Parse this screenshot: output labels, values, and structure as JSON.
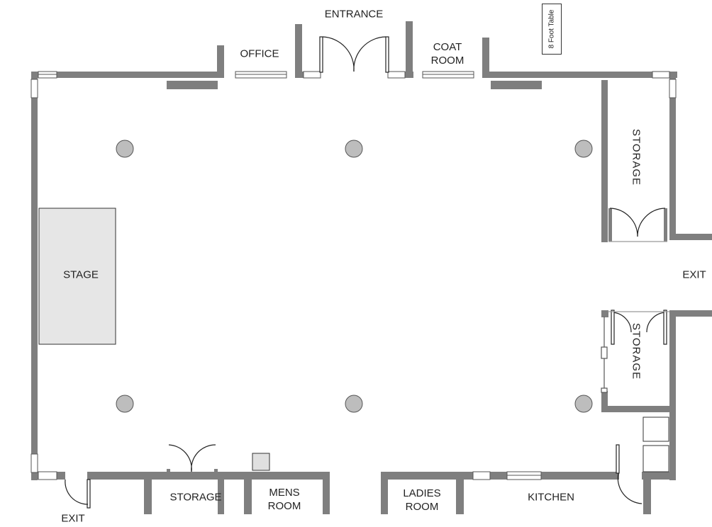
{
  "labels": {
    "entrance": "ENTRANCE",
    "office": "OFFICE",
    "coat_room": "COAT\nROOM",
    "stage": "STAGE",
    "storage_right_top": "STORAGE",
    "storage_right_bottom": "STORAGE",
    "exit_right": "EXIT",
    "storage_bottom": "STORAGE",
    "mens_room": "MENS\nROOM",
    "ladies_room": "LADIES\nROOM",
    "kitchen": "KITCHEN",
    "exit_bottom": "EXIT",
    "table_tag": "8 Foot Table"
  },
  "colors": {
    "wall": "#7f7f7f",
    "column": "#bdbdbd",
    "stage": "#e6e6e6",
    "fixture": "#e0e0e0"
  }
}
